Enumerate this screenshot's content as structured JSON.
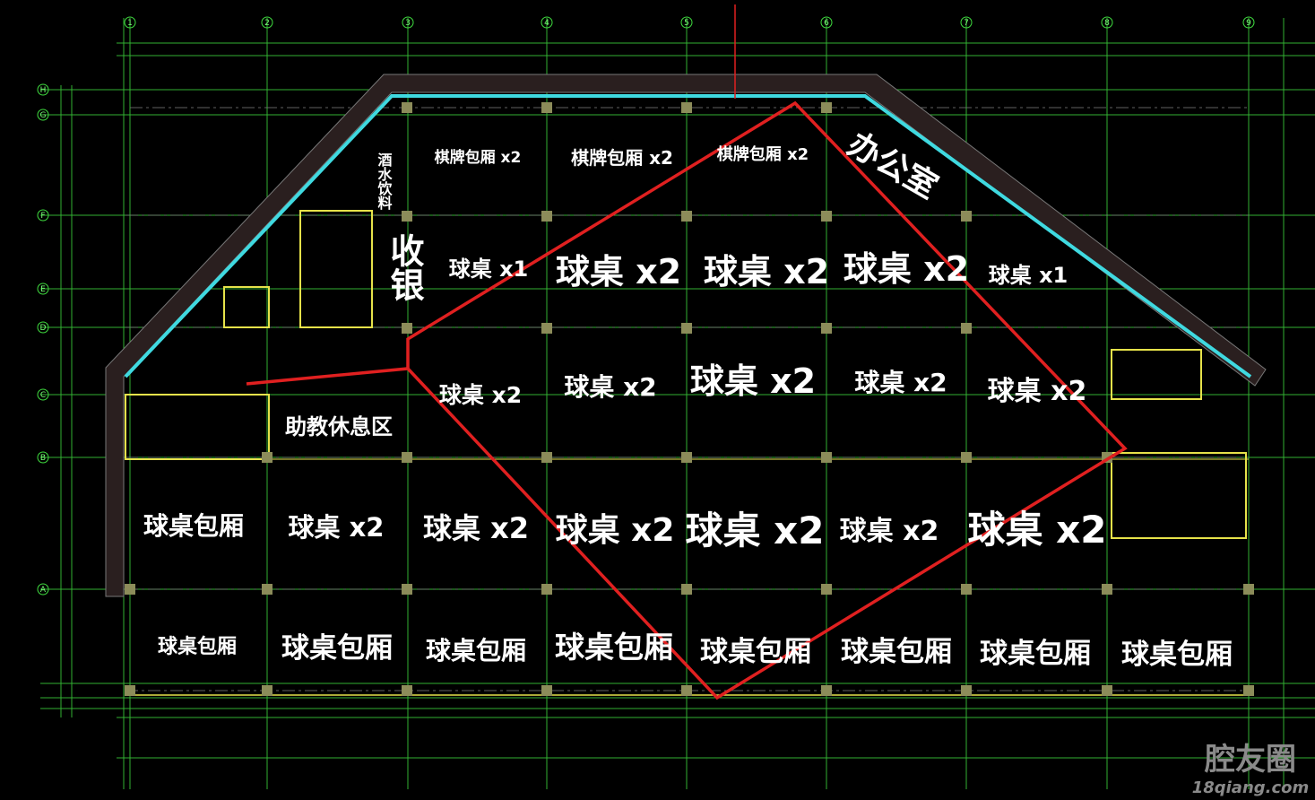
{
  "title": "球房平面布局图",
  "colors": {
    "background": "#000000",
    "grid": "#3fdc3f",
    "wall": "#3fd9e0",
    "partition": "#e6e24a",
    "highlight": "#e02020",
    "column": "#8c8c5a",
    "label": "#ffffff"
  },
  "axes": {
    "columns": [
      "1",
      "2",
      "3",
      "4",
      "5",
      "6",
      "7",
      "8",
      "9"
    ],
    "rows": [
      "A",
      "B",
      "C",
      "D",
      "E",
      "F",
      "G",
      "H"
    ]
  },
  "labels": {
    "card_room_1": "棋牌包厢 x2",
    "card_room_2": "棋牌包厢 x2",
    "card_room_3": "棋牌包厢 x2",
    "office": "办公室",
    "drinks": "酒水饮料",
    "cashier": "收银",
    "staff_rest": "助教休息区",
    "r1c1": "球桌 x1",
    "r1c2": "球桌 x2",
    "r1c3": "球桌 x2",
    "r1c4": "球桌 x2",
    "r1c5": "球桌 x1",
    "r2c1": "球桌 x2",
    "r2c2": "球桌 x2",
    "r2c3": "球桌 x2",
    "r2c4": "球桌 x2",
    "r2c5": "球桌 x2",
    "r3c0": "球桌包厢",
    "r3c1": "球桌 x2",
    "r3c2": "球桌 x2",
    "r3c3": "球桌 x2",
    "r3c4": "球桌 x2",
    "r3c5": "球桌 x2",
    "r3c6": "球桌 x2",
    "r4c0": "球桌包厢",
    "r4c1": "球桌包厢",
    "r4c2": "球桌包厢",
    "r4c3": "球桌包厢",
    "r4c4": "球桌包厢",
    "r4c5": "球桌包厢",
    "r4c6": "球桌包厢",
    "r4c7": "球桌包厢"
  },
  "watermark": {
    "name": "腔友圈",
    "site": "18qiang.com"
  }
}
